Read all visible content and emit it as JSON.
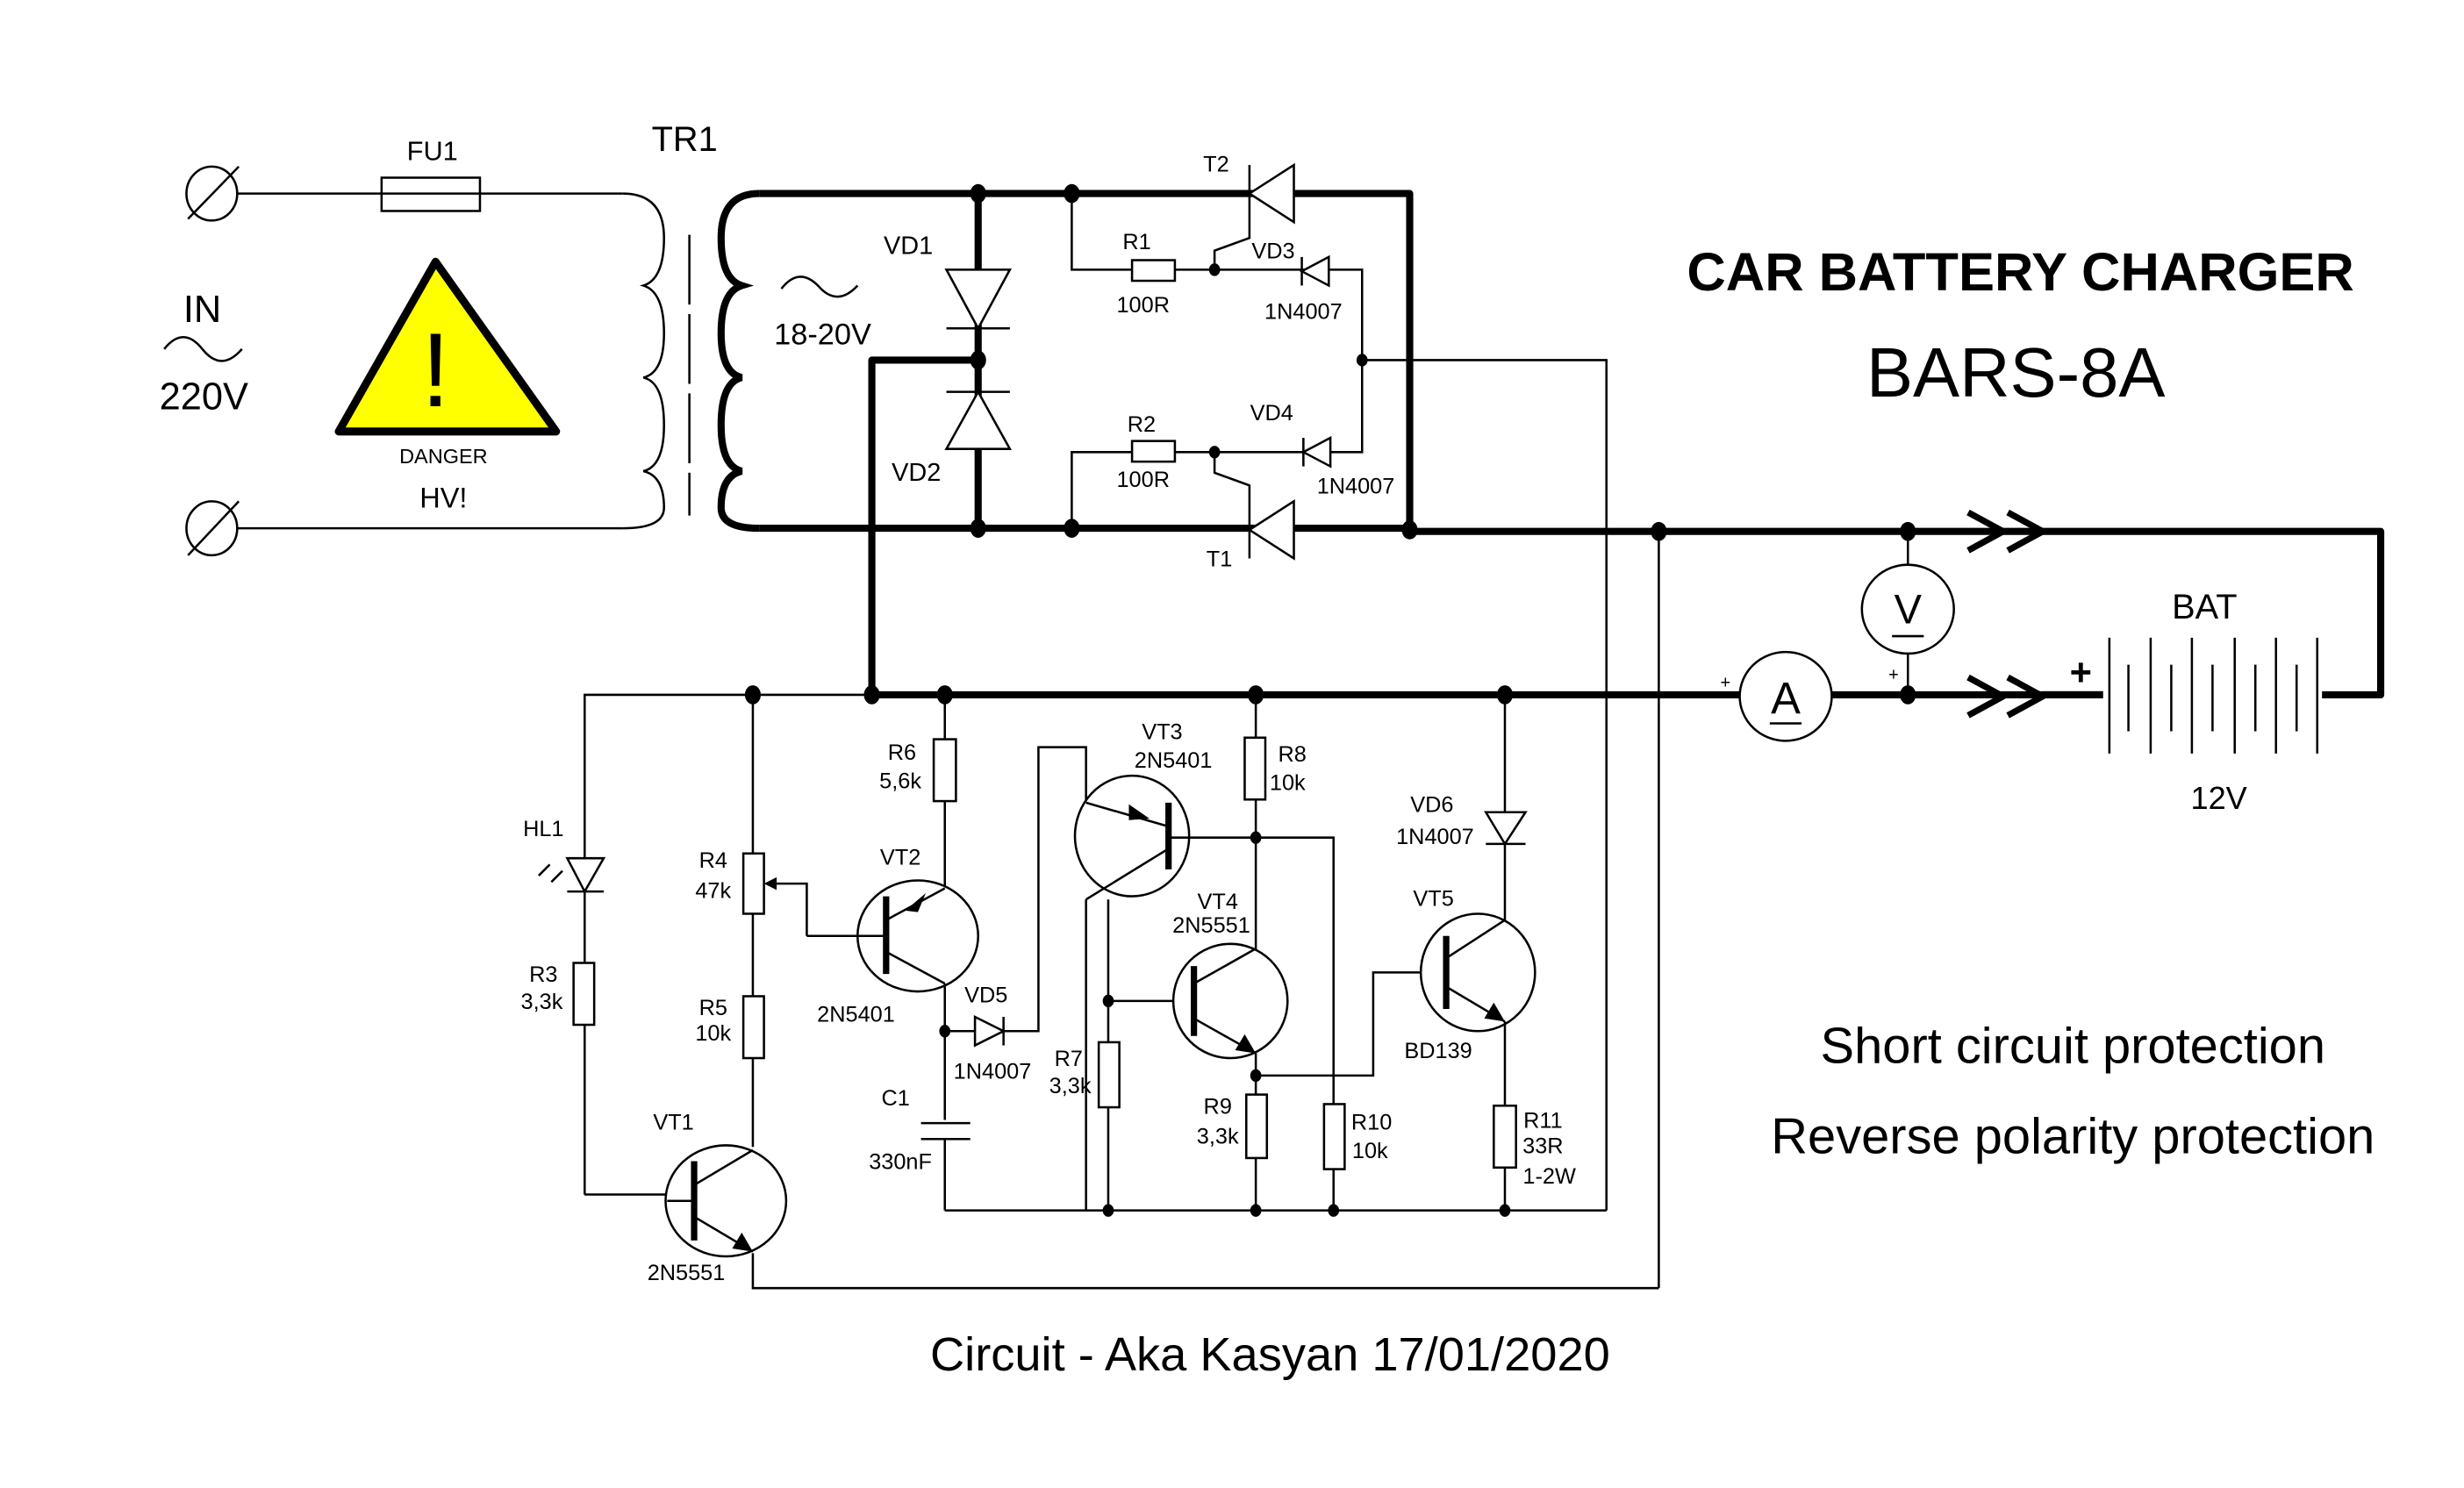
{
  "title": "CAR BATTERY CHARGER",
  "model": "BARS-8A",
  "features": [
    "Short circuit protection",
    "Reverse polarity protection"
  ],
  "credit": "Circuit - Aka Kasyan 17/01/2020",
  "warning": {
    "label": "DANGER",
    "sublabel": "HV!",
    "glyph": "!",
    "color": "#ffff00"
  },
  "input": {
    "label": "IN",
    "ac_symbol": "~",
    "voltage": "220V"
  },
  "fuse": {
    "ref": "FU1"
  },
  "transformer": {
    "ref": "TR1",
    "secondary_ac_symbol": "~",
    "secondary_voltage": "18-20V"
  },
  "diodes": {
    "vd1": {
      "ref": "VD1"
    },
    "vd2": {
      "ref": "VD2"
    },
    "vd3": {
      "ref": "VD3",
      "part": "1N4007"
    },
    "vd4": {
      "ref": "VD4",
      "part": "1N4007"
    },
    "vd5": {
      "ref": "VD5",
      "part": "1N4007"
    },
    "vd6": {
      "ref": "VD6",
      "part": "1N4007"
    }
  },
  "thyristors": {
    "t1": {
      "ref": "T1"
    },
    "t2": {
      "ref": "T2"
    }
  },
  "resistors": {
    "r1": {
      "ref": "R1",
      "value": "100R"
    },
    "r2": {
      "ref": "R2",
      "value": "100R"
    },
    "r3": {
      "ref": "R3",
      "value": "3,3k"
    },
    "r4": {
      "ref": "R4",
      "value": "47k"
    },
    "r5": {
      "ref": "R5",
      "value": "10k"
    },
    "r6": {
      "ref": "R6",
      "value": "5,6k"
    },
    "r7": {
      "ref": "R7",
      "value": "3,3k"
    },
    "r8": {
      "ref": "R8",
      "value": "10k"
    },
    "r9": {
      "ref": "R9",
      "value": "3,3k"
    },
    "r10": {
      "ref": "R10",
      "value": "10k"
    },
    "r11": {
      "ref": "R11",
      "value": "33R",
      "power": "1-2W"
    }
  },
  "transistors": {
    "vt1": {
      "ref": "VT1",
      "part": "2N5551"
    },
    "vt2": {
      "ref": "VT2",
      "part": "2N5401"
    },
    "vt3": {
      "ref": "VT3",
      "part": "2N5401"
    },
    "vt4": {
      "ref": "VT4",
      "part": "2N5551"
    },
    "vt5": {
      "ref": "VT5",
      "part": "BD139"
    }
  },
  "capacitor": {
    "ref": "C1",
    "value": "330nF"
  },
  "led": {
    "ref": "HL1"
  },
  "meters": {
    "voltmeter": {
      "symbol": "V",
      "plus": "+"
    },
    "ammeter": {
      "symbol": "A",
      "plus": "+"
    }
  },
  "battery": {
    "ref": "BAT",
    "voltage": "12V",
    "plus": "+"
  }
}
